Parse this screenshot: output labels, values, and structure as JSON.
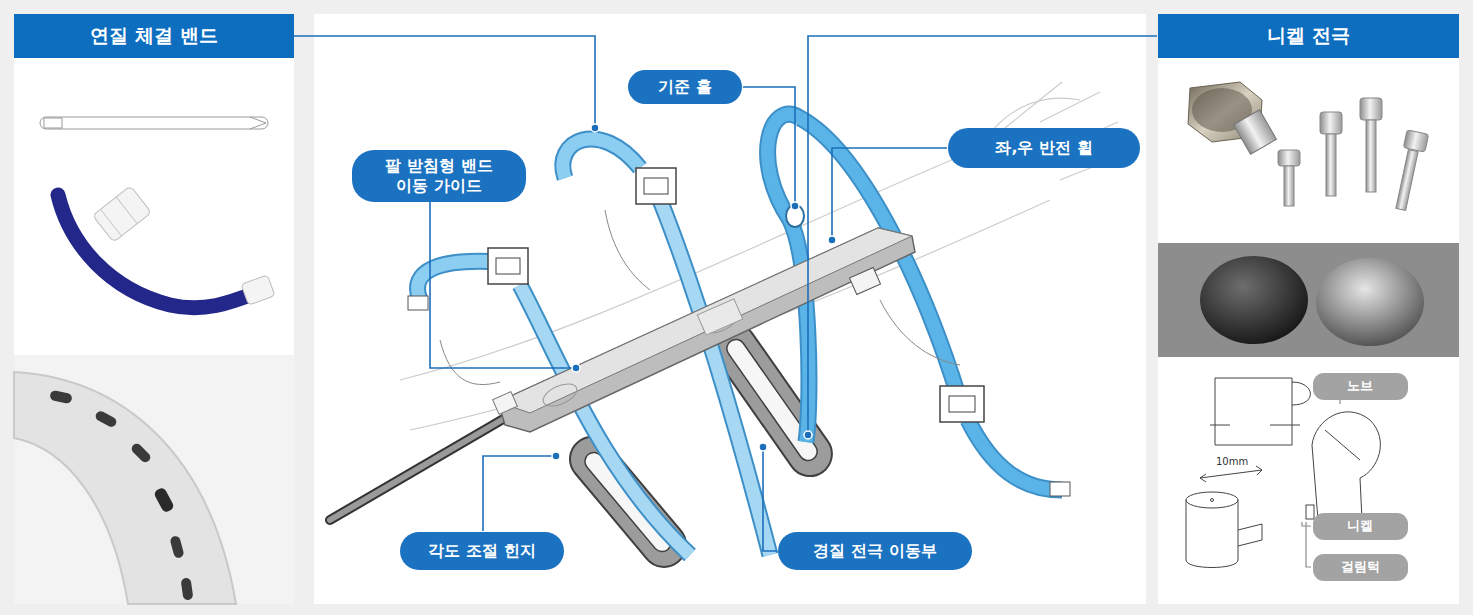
{
  "diagram": {
    "nodes": [
      {
        "text": [
          "연질 체결 밴드"
        ]
      },
      {
        "text": [
          "기준 홀"
        ]
      },
      {
        "text": [
          "팔 받침형 밴드 이동 가이드"
        ]
      },
      {
        "text": [
          "좌,우 반전 휠"
        ]
      },
      {
        "text": [
          "각도 조절 힌지"
        ]
      },
      {
        "text": [
          "경질 전극 이동부"
        ]
      },
      {
        "text": [
          "니켈 전극"
        ]
      },
      {
        "text": [
          "노브"
        ]
      },
      {
        "text": [
          "니켈"
        ]
      },
      {
        "text": [
          "걸림턱"
        ]
      }
    ],
    "labels": [
      "10mm"
    ]
  }
}
